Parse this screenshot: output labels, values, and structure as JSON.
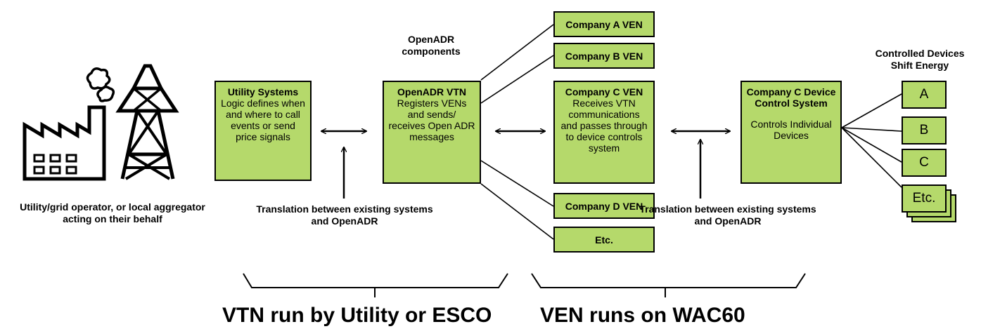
{
  "source_label": "Utility/grid operator, or local aggregator acting on their behalf",
  "utility_systems": {
    "title": "Utility Systems",
    "description": "Logic defines when and where to call events or send price signals"
  },
  "translation_left": "Translation between existing systems and OpenADR",
  "openadr_components_label": "OpenADR components",
  "vtn": {
    "title": "OpenADR VTN",
    "description": "Registers VENs and sends/ receives Open ADR messages"
  },
  "vens": {
    "a": "Company A VEN",
    "b": "Company B VEN",
    "c_title": "Company C VEN",
    "c_description": "Receives VTN communications and passes through to device controls system",
    "d": "Company D VEN",
    "etc": "Etc."
  },
  "translation_right": "Translation between existing systems and OpenADR",
  "device_control": {
    "title": "Company C Device Control System",
    "description": "Controls Individual Devices"
  },
  "controlled_devices_label": "Controlled Devices Shift Energy",
  "devices": [
    "A",
    "B",
    "C",
    "Etc."
  ],
  "bottom_labels": {
    "vtn": "VTN run by Utility or ESCO",
    "ven": "VEN runs on WAC60"
  },
  "colors": {
    "box_fill": "#b5d96b",
    "stroke": "#000000"
  },
  "icons": [
    "factory-icon",
    "transmission-tower-icon"
  ]
}
